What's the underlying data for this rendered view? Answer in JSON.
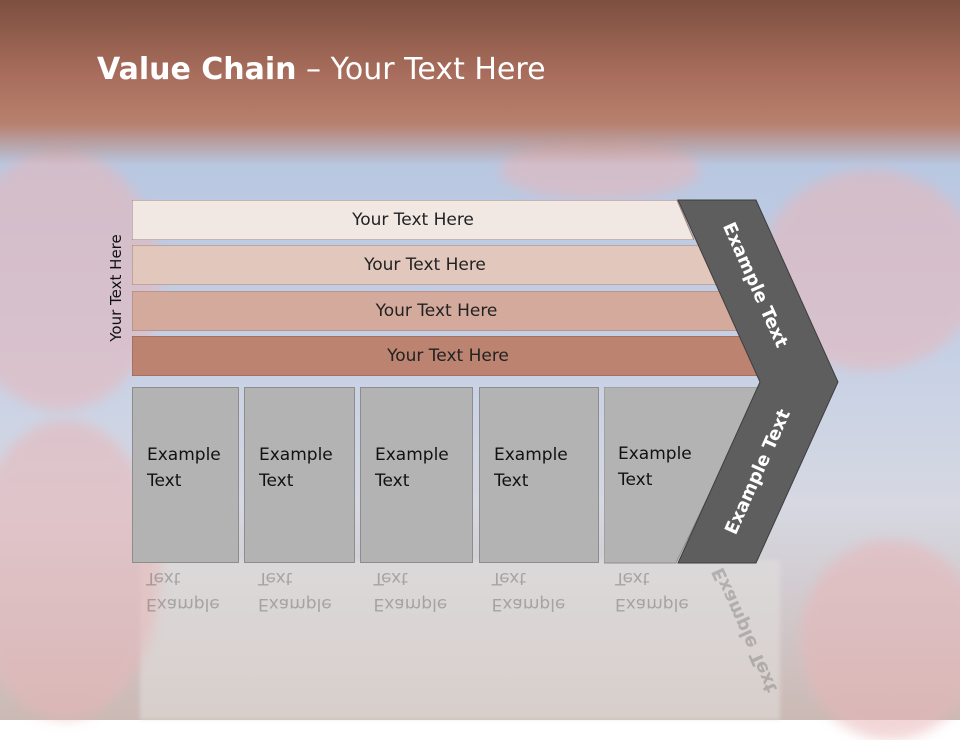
{
  "title": {
    "bold": "Value Chain",
    "rest": " – Your Text Here"
  },
  "side_label": "Your Text Here",
  "bands": [
    "Your Text Here",
    "Your Text Here",
    "Your Text Here",
    "Your Text Here"
  ],
  "boxes": [
    {
      "line1": "Example",
      "line2": "Text"
    },
    {
      "line1": "Example",
      "line2": "Text"
    },
    {
      "line1": "Example",
      "line2": "Text"
    },
    {
      "line1": "Example",
      "line2": "Text"
    },
    {
      "line1": "Example",
      "line2": "Text"
    }
  ],
  "chevron": {
    "upper": "Example Text",
    "lower": "Example Text"
  },
  "colors": {
    "band1": "#f1e7e3",
    "band2": "#e2c7bd",
    "band3": "#d4aa9c",
    "band4": "#bb8370",
    "chevron": "#5e5e5e",
    "box": "#b3b3b3"
  }
}
